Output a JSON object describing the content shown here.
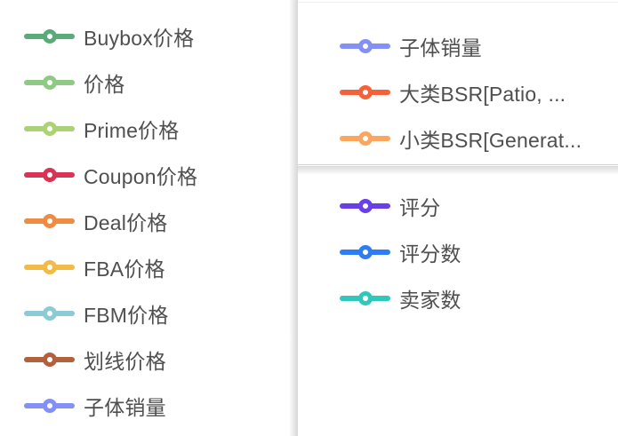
{
  "page": {
    "background": "#ffffff",
    "text_color": "#4f4f4f",
    "panel_edge_color": "#d7d7d7"
  },
  "legend_left": {
    "items": [
      {
        "label": "Buybox价格",
        "color": "#5BAB79"
      },
      {
        "label": "价格",
        "color": "#8FCA85"
      },
      {
        "label": "Prime价格",
        "color": "#ACD275"
      },
      {
        "label": "Coupon价格",
        "color": "#D93456"
      },
      {
        "label": "Deal价格",
        "color": "#EF8B43"
      },
      {
        "label": "FBA价格",
        "color": "#F2BB45"
      },
      {
        "label": "FBM价格",
        "color": "#8CCAD5"
      },
      {
        "label": "划线价格",
        "color": "#B3603F"
      },
      {
        "label": "子体销量",
        "color": "#8390F8"
      }
    ]
  },
  "legend_popup": {
    "items": [
      {
        "label": "子体销量",
        "color": "#8390F8"
      },
      {
        "label": "大类BSR[Patio, ...",
        "color": "#F4613A"
      },
      {
        "label": "小类BSR[Generat...",
        "color": "#FAA65F"
      }
    ]
  },
  "legend_right_bottom": {
    "items": [
      {
        "label": "评分",
        "color": "#6A3EE8"
      },
      {
        "label": "评分数",
        "color": "#2F7DF5"
      },
      {
        "label": "卖家数",
        "color": "#30C8BD"
      }
    ]
  }
}
